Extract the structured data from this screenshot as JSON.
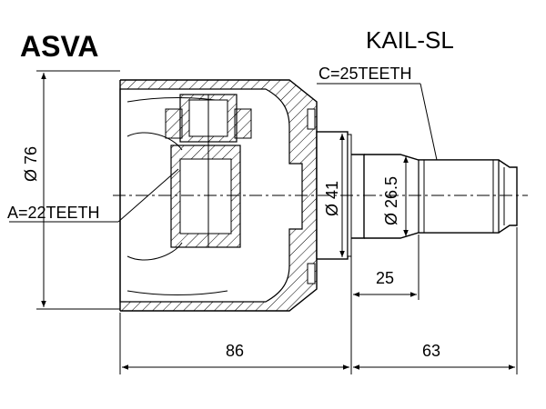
{
  "brand": "ASVA",
  "part_number": "KAIL-SL",
  "labels": {
    "outer_splines": "C=25TEETH",
    "inner_splines": "A=22TEETH",
    "dia_housing": "Ø 76",
    "dia_flange": "Ø 41",
    "dia_shaft": "Ø 26.5",
    "shaft_length": "25",
    "housing_length": "86",
    "stem_length": "63"
  }
}
